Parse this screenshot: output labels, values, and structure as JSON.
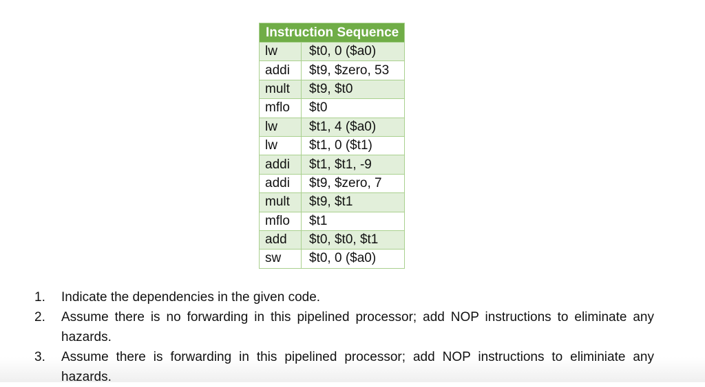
{
  "table": {
    "header": "Instruction Sequence",
    "rows": [
      {
        "op": "lw",
        "args": "$t0, 0 ($a0)"
      },
      {
        "op": "addi",
        "args": "$t9, $zero, 53"
      },
      {
        "op": "mult",
        "args": "$t9, $t0"
      },
      {
        "op": "mflo",
        "args": "$t0"
      },
      {
        "op": "lw",
        "args": "$t1, 4 ($a0)"
      },
      {
        "op": "lw",
        "args": "$t1, 0 ($t1)"
      },
      {
        "op": "addi",
        "args": "$t1, $t1, -9"
      },
      {
        "op": "addi",
        "args": "$t9, $zero, 7"
      },
      {
        "op": "mult",
        "args": "$t9, $t1"
      },
      {
        "op": "mflo",
        "args": "$t1"
      },
      {
        "op": "add",
        "args": "$t0, $t0, $t1"
      },
      {
        "op": "sw",
        "args": "$t0, 0 ($a0)"
      }
    ],
    "colors": {
      "header_bg": "#70ad47",
      "shade_bg": "#e2efda",
      "border": "#a9d08e"
    }
  },
  "questions": [
    {
      "num": "1.",
      "text": "Indicate the dependencies in the given code."
    },
    {
      "num": "2.",
      "text": "Assume there is no forwarding in this pipelined processor; add NOP instructions to eliminate any hazards."
    },
    {
      "num": "3.",
      "text": "Assume there is forwarding in this pipelined processor; add NOP instructions to eliminiate any hazards."
    }
  ]
}
